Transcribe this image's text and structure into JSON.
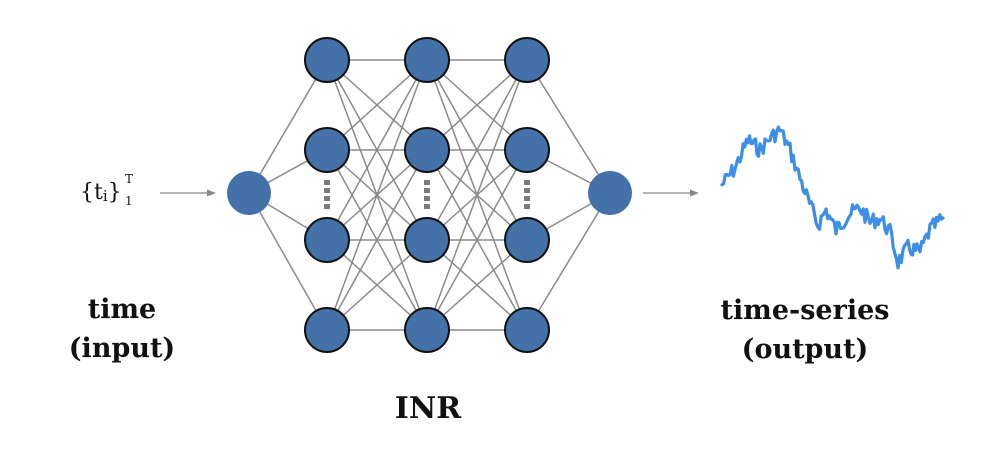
{
  "input": {
    "notation_open": "{",
    "notation_var": "t",
    "notation_index": "i",
    "notation_close": "}",
    "notation_sup": "T",
    "notation_sub": "1",
    "label_line1": "time",
    "label_line2": "(input)"
  },
  "network": {
    "label": "INR",
    "hidden_layers": 3,
    "visible_nodes_per_layer": 4,
    "ellipsis_between_nodes": [
      2,
      3
    ]
  },
  "output": {
    "label_line1": "time-series",
    "label_line2": "(output)"
  },
  "colors": {
    "node_fill": "#4472a8",
    "node_stroke": "#111111",
    "io_node_fill": "#4472a8",
    "edge": "#8a8a8a",
    "arrow": "#888888",
    "dots": "#7a7a7a",
    "series": "#3d8ee8"
  }
}
